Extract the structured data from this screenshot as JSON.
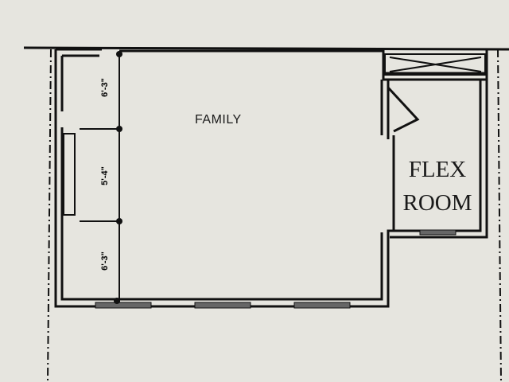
{
  "rooms": {
    "family": "FAMILY",
    "flex_line1": "FLEX",
    "flex_line2": "ROOM"
  },
  "dimensions": [
    "6'-3\"",
    "5'-4\"",
    "6'-3\""
  ]
}
